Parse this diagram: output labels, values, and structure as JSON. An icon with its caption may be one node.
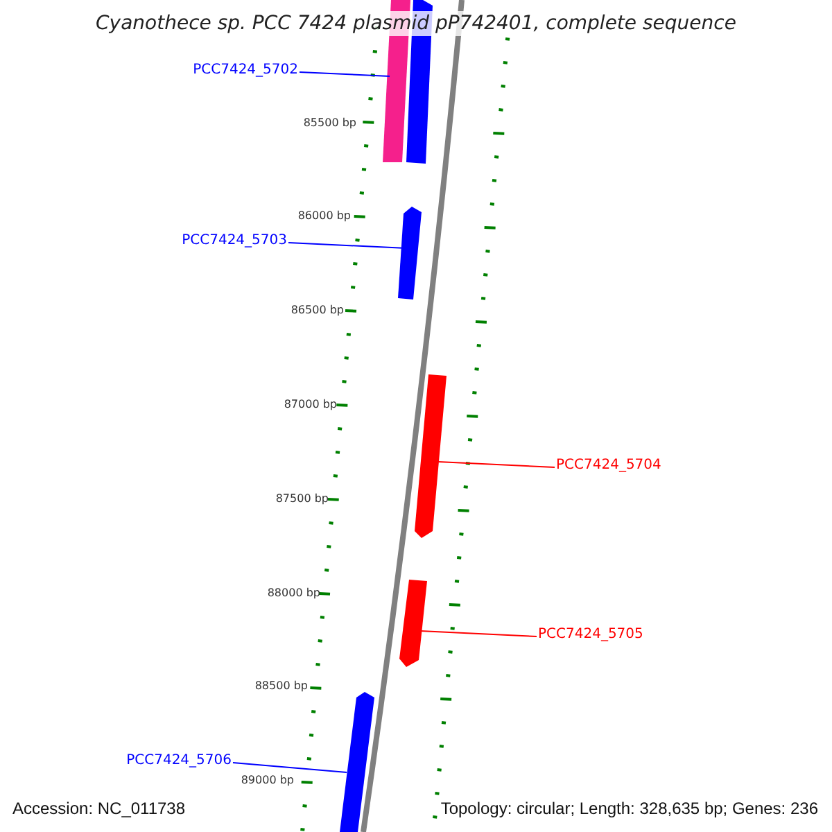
{
  "diagram": {
    "title": "Cyanothece sp. PCC 7424 plasmid pP742401, complete sequence",
    "nodes": [
      {
        "text": [
          "PCC7424_5702"
        ]
      },
      {
        "text": [],
        "shape": "bar"
      },
      {
        "text": [],
        "shape": "bar"
      },
      {
        "text": [
          "PCC7424_5703"
        ]
      },
      {
        "text": [],
        "shape": "bar"
      },
      {
        "text": [],
        "shape": "bar"
      },
      {
        "text": [
          "PCC7424_5704"
        ]
      },
      {
        "text": [],
        "shape": "bar"
      },
      {
        "text": [
          "PCC7424_5705"
        ]
      },
      {
        "text": [],
        "shape": "bar"
      },
      {
        "text": [
          "PCC7424_5706"
        ]
      }
    ],
    "edges": [
      {
        "from": 0,
        "to": 1,
        "arrow": "none"
      },
      {
        "from": 3,
        "to": 4,
        "arrow": "none"
      },
      {
        "from": 6,
        "to": 5,
        "arrow": "none",
        "color": "#ff0000"
      },
      {
        "from": 8,
        "to": 7,
        "arrow": "none",
        "color": "#ff0000"
      },
      {
        "from": 10,
        "to": 9,
        "arrow": "none"
      }
    ],
    "labels": [
      "85500 bp",
      "86000 bp",
      "86500 bp",
      "87000 bp",
      "87500 bp",
      "88000 bp",
      "88500 bp",
      "89000 bp",
      "Accession: NC_011738",
      "Topology: circular; Length: 328,635 bp; Genes: 236"
    ]
  }
}
